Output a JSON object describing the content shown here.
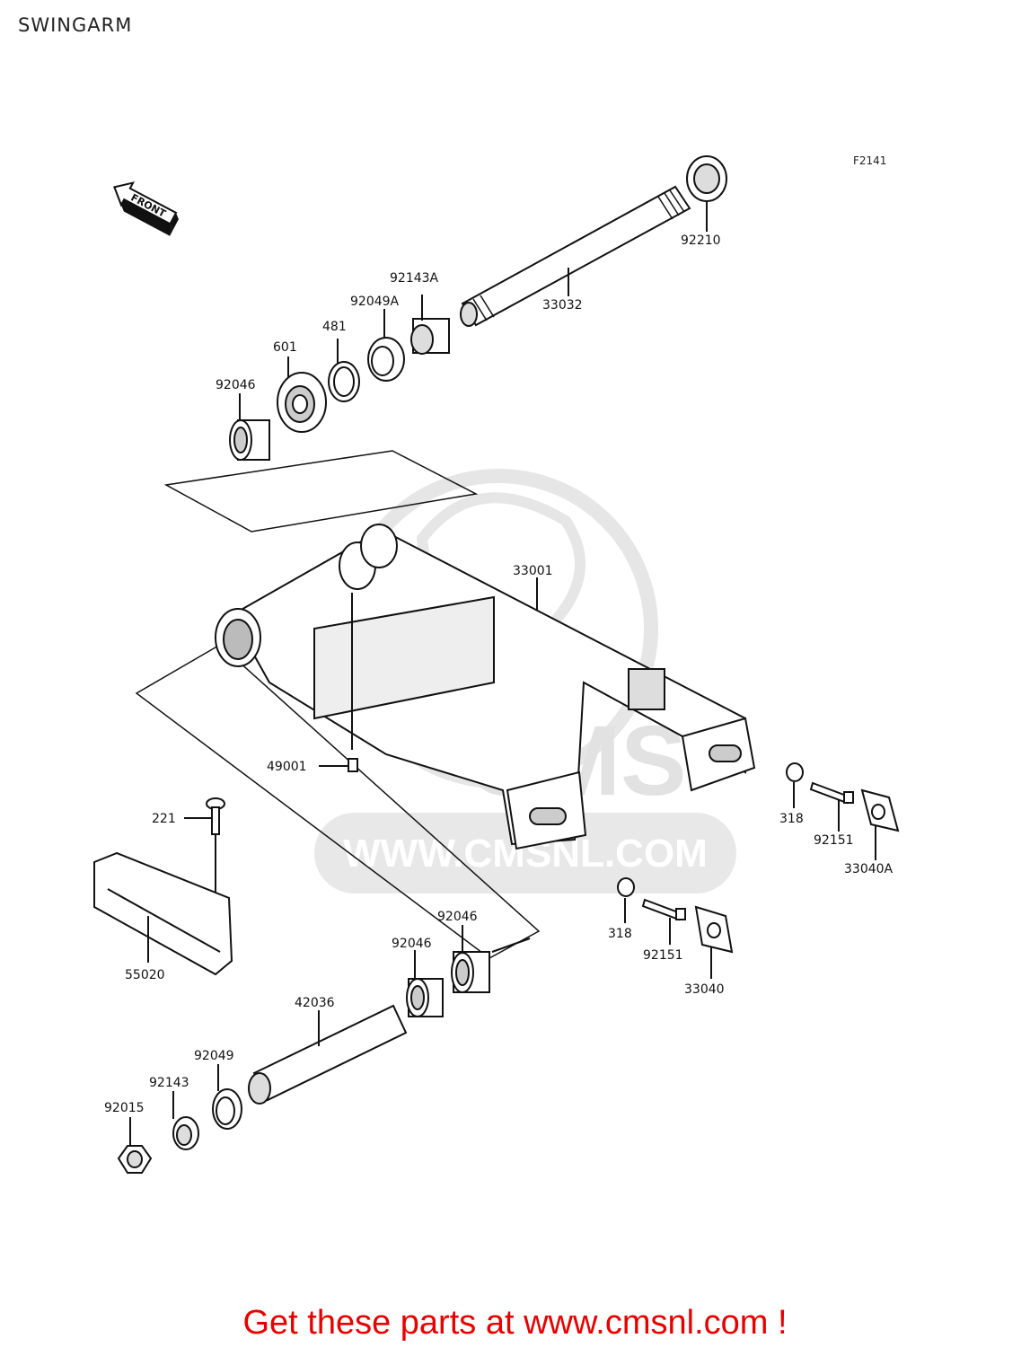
{
  "page": {
    "title": "SWINGARM",
    "figure_code": "F2141"
  },
  "front_arrow_label": "FRONT",
  "watermark": {
    "brand": "CMS",
    "url": "WWW.CMSNL.COM"
  },
  "parts": [
    {
      "id": "92210",
      "label": "92210"
    },
    {
      "id": "33032",
      "label": "33032"
    },
    {
      "id": "92143A",
      "label": "92143A"
    },
    {
      "id": "92049A",
      "label": "92049A"
    },
    {
      "id": "481",
      "label": "481"
    },
    {
      "id": "601",
      "label": "601"
    },
    {
      "id": "92046-top",
      "label": "92046"
    },
    {
      "id": "33001",
      "label": "33001"
    },
    {
      "id": "49001",
      "label": "49001"
    },
    {
      "id": "221",
      "label": "221"
    },
    {
      "id": "318-right",
      "label": "318"
    },
    {
      "id": "92151-right",
      "label": "92151"
    },
    {
      "id": "33040A",
      "label": "33040A"
    },
    {
      "id": "55020",
      "label": "55020"
    },
    {
      "id": "92046-b1",
      "label": "92046"
    },
    {
      "id": "92046-b2",
      "label": "92046"
    },
    {
      "id": "318-bottom",
      "label": "318"
    },
    {
      "id": "92151-bottom",
      "label": "92151"
    },
    {
      "id": "33040",
      "label": "33040"
    },
    {
      "id": "42036",
      "label": "42036"
    },
    {
      "id": "92049",
      "label": "92049"
    },
    {
      "id": "92143",
      "label": "92143"
    },
    {
      "id": "92015",
      "label": "92015"
    }
  ],
  "footer": {
    "promo": "Get these parts at www.cmsnl.com !"
  },
  "colors": {
    "line": "#111111",
    "promo": "#e60000",
    "watermark": "#e4e4e4"
  }
}
